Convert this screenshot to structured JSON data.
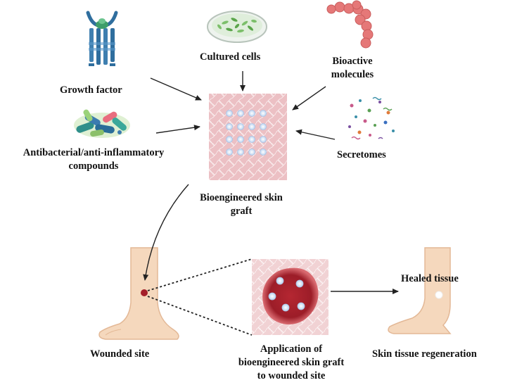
{
  "labels": {
    "growth_factor": "Growth factor",
    "cultured_cells": "Cultured cells",
    "bioactive_line1": "Bioactive",
    "bioactive_line2": "molecules",
    "antibacterial_line1": "Antibacterial/anti-inflammatory",
    "antibacterial_line2": "compounds",
    "secretomes": "Secretomes",
    "graft_line1": "Bioengineered skin",
    "graft_line2": "graft",
    "wounded_site": "Wounded site",
    "application_line1": "Application of",
    "application_line2": "bioengineered skin graft",
    "application_line3": "to wounded site",
    "healed_tissue": "Healed tissue",
    "regeneration": "Skin tissue regeneration"
  },
  "colors": {
    "graft_pink": "#ecc0c4",
    "graft_mesh": "#ffffff",
    "cell_dot": "#cfe0f5",
    "wound_red": "#a41f2a",
    "skin": "#f5d8bd",
    "skin_outline": "#e3b896",
    "petri_green": "#7cbf6a",
    "bead_red": "#e57878",
    "receptor_blue": "#3f7fb0",
    "receptor_green": "#3e9e6a",
    "arrow": "#222222"
  },
  "icons": [
    "growth-factor-receptor-icon",
    "petri-dish-icon",
    "bioactive-molecule-chain-icon",
    "bacteria-pills-icon",
    "secretome-particles-icon",
    "skin-graft-mesh-icon",
    "leg-wound-icon",
    "magnified-wound-graft-icon",
    "healed-leg-icon"
  ]
}
